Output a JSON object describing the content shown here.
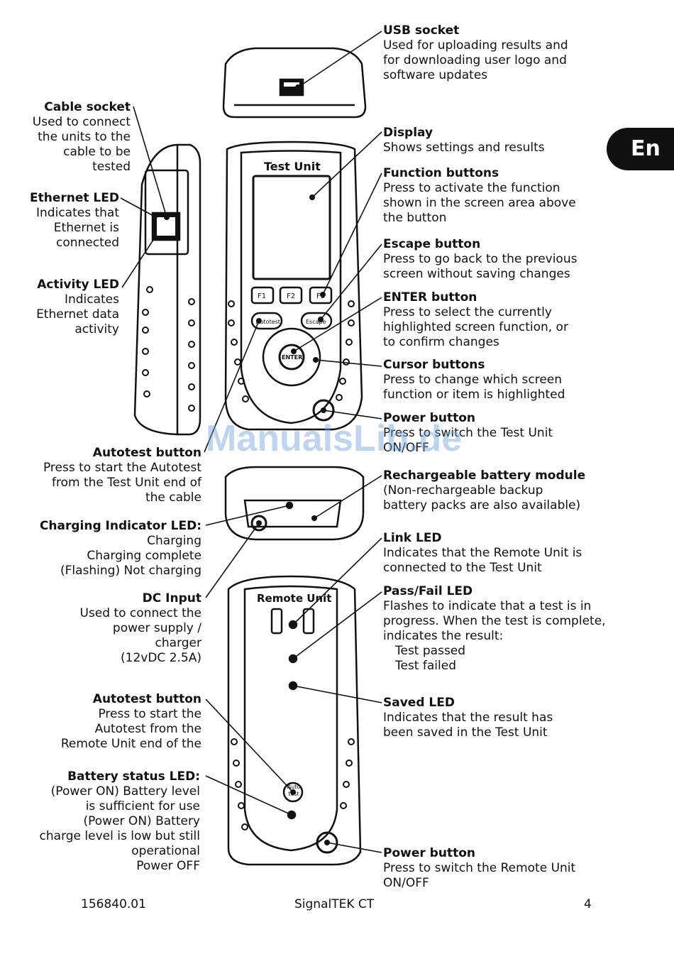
{
  "tab": {
    "label": "En"
  },
  "device": {
    "test_unit_title": "Test Unit",
    "remote_unit_title": "Remote Unit",
    "keys": {
      "f1": "F1",
      "f2": "F2",
      "f3": "F3",
      "autotest": "Autotest",
      "escape": "Escape",
      "enter": "ENTER",
      "remote_autotest": "Auto test"
    }
  },
  "callouts": {
    "usb": {
      "title": "USB socket",
      "desc": "Used for uploading results and\nfor downloading user logo and\nsoftware updates"
    },
    "display": {
      "title": "Display",
      "desc": "Shows settings and results"
    },
    "function": {
      "title": "Function buttons",
      "desc": "Press to activate the function\nshown in the screen area above\nthe button"
    },
    "escape": {
      "title": "Escape button",
      "desc": "Press to go back to the previous\nscreen without saving changes"
    },
    "enter": {
      "title": "ENTER button",
      "desc": "Press to select the currently\nhighlighted screen function, or\nto confirm changes"
    },
    "cursor": {
      "title": "Cursor buttons",
      "desc": "Press to change which screen\nfunction or item is highlighted"
    },
    "power_test": {
      "title": "Power button",
      "desc": "Press to switch the Test Unit\nON/OFF"
    },
    "battery": {
      "title": "Rechargeable battery module",
      "desc": "(Non-rechargeable backup\nbattery packs are also available)"
    },
    "link": {
      "title": "Link LED",
      "desc": "Indicates that the Remote Unit is\nconnected to the Test Unit"
    },
    "passfail": {
      "title": "Pass/Fail LED",
      "desc": "Flashes to indicate that a test is in\nprogress. When the test is complete,\nindicates the result:",
      "items": [
        "Test passed",
        "Test failed"
      ]
    },
    "saved": {
      "title": "Saved LED",
      "desc": "Indicates that the result has\nbeen saved in the Test Unit"
    },
    "power_remote": {
      "title": "Power button",
      "desc": "Press to switch the Remote Unit\nON/OFF"
    },
    "cable": {
      "title": "Cable socket",
      "desc": "Used to connect\nthe units to the\ncable to be\ntested"
    },
    "ethernet": {
      "title": "Ethernet LED",
      "desc": "Indicates that\nEthernet is\nconnected"
    },
    "activity": {
      "title": "Activity LED",
      "desc": "Indicates\nEthernet data\nactivity"
    },
    "autotest_test": {
      "title": "Autotest button",
      "desc": "Press to start  the Autotest\nfrom the Test Unit end of\nthe cable"
    },
    "charging": {
      "title": "Charging Indicator LED:",
      "desc": "Charging\nCharging complete\n(Flashing) Not charging"
    },
    "dc": {
      "title": "DC Input",
      "desc": "Used to connect the\npower supply /\ncharger\n(12vDC 2.5A)"
    },
    "autotest_remote": {
      "title": "Autotest button",
      "desc": "Press to start the\nAutotest from the\nRemote Unit end of the"
    },
    "battery_status": {
      "title": "Battery status LED:",
      "desc": "(Power ON)  Battery level\nis sufficient for use\n(Power ON)  Battery\ncharge level is low but still\noperational\nPower OFF"
    }
  },
  "footer": {
    "doc_number": "156840.01",
    "product": "SignalTEK CT",
    "page": "4"
  },
  "watermark": "ManualsLib.de"
}
